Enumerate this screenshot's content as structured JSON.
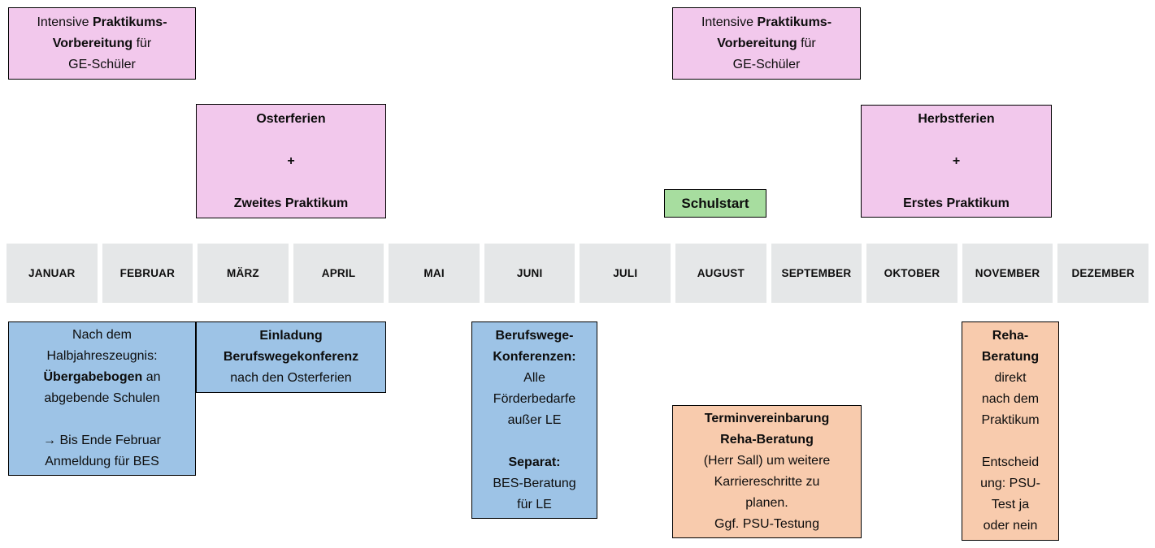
{
  "colors": {
    "pink": "#f2c8ec",
    "green": "#a7dd9f",
    "blue": "#9dc3e6",
    "orange": "#f8cbad",
    "month_bg": "#e5e7e8",
    "border": "#000000",
    "background": "#ffffff",
    "text": "#0d0d0d"
  },
  "months": [
    "JANUAR",
    "FEBRUAR",
    "MÄRZ",
    "APRIL",
    "MAI",
    "JUNI",
    "JULI",
    "AUGUST",
    "SEPTEMBER",
    "OKTOBER",
    "NOVEMBER",
    "DEZEMBER"
  ],
  "notes": {
    "prep_jan": {
      "lines": [
        [
          "Intensive ",
          {
            "t": "Praktikums-",
            "b": true
          }
        ],
        [
          {
            "t": "Vorbereitung",
            "b": true
          },
          " für"
        ],
        [
          "GE-Schüler"
        ]
      ]
    },
    "prep_aug": {
      "lines": [
        [
          "Intensive ",
          {
            "t": "Praktikums-",
            "b": true
          }
        ],
        [
          {
            "t": "Vorbereitung",
            "b": true
          },
          " für"
        ],
        [
          "GE-Schüler"
        ]
      ]
    },
    "osterferien": {
      "lines": [
        [
          {
            "t": "Osterferien",
            "b": true
          }
        ],
        [
          ""
        ],
        [
          {
            "t": "+",
            "b": true
          }
        ],
        [
          ""
        ],
        [
          {
            "t": "Zweites Praktikum",
            "b": true
          }
        ]
      ]
    },
    "herbstferien": {
      "lines": [
        [
          {
            "t": "Herbstferien",
            "b": true
          }
        ],
        [
          ""
        ],
        [
          {
            "t": "+",
            "b": true
          }
        ],
        [
          ""
        ],
        [
          {
            "t": "Erstes Praktikum",
            "b": true
          }
        ]
      ]
    },
    "schulstart": {
      "label": "Schulstart"
    },
    "uebergabebogen": {
      "lines": [
        [
          "Nach dem"
        ],
        [
          "Halbjahreszeugnis:"
        ],
        [
          {
            "t": "Übergabebogen",
            "b": true
          },
          " an"
        ],
        [
          "abgebende Schulen"
        ],
        [
          ""
        ],
        [
          "→ Bis Ende Februar"
        ],
        [
          "Anmeldung für BES"
        ]
      ]
    },
    "einladung_bwk": {
      "lines": [
        [
          {
            "t": "Einladung",
            "b": true
          }
        ],
        [
          {
            "t": "Berufswegekonferenz",
            "b": true
          }
        ],
        [
          "nach den Osterferien"
        ]
      ]
    },
    "bwk_juni": {
      "lines": [
        [
          {
            "t": "Berufswege-",
            "b": true
          }
        ],
        [
          {
            "t": "Konferenzen:",
            "b": true
          }
        ],
        [
          "Alle"
        ],
        [
          "Förderbedarfe"
        ],
        [
          "außer LE"
        ],
        [
          ""
        ],
        [
          {
            "t": "Separat:",
            "b": true
          }
        ],
        [
          "BES-Beratung"
        ],
        [
          "für LE"
        ]
      ]
    },
    "termin_reha": {
      "lines": [
        [
          {
            "t": "Terminvereinbarung",
            "b": true
          }
        ],
        [
          {
            "t": "Reha-Beratung",
            "b": true
          }
        ],
        [
          "(Herr Sall) um weitere"
        ],
        [
          "Karriereschritte zu"
        ],
        [
          "planen."
        ],
        [
          "Ggf. PSU-Testung"
        ]
      ]
    },
    "reha_nov": {
      "lines": [
        [
          {
            "t": "Reha-",
            "b": true
          }
        ],
        [
          {
            "t": "Beratung",
            "b": true
          }
        ],
        [
          "direkt"
        ],
        [
          "nach dem"
        ],
        [
          "Praktikum"
        ],
        [
          ""
        ],
        [
          "Entscheid"
        ],
        [
          "ung: PSU-"
        ],
        [
          "Test ja"
        ],
        [
          "oder nein"
        ]
      ]
    }
  }
}
